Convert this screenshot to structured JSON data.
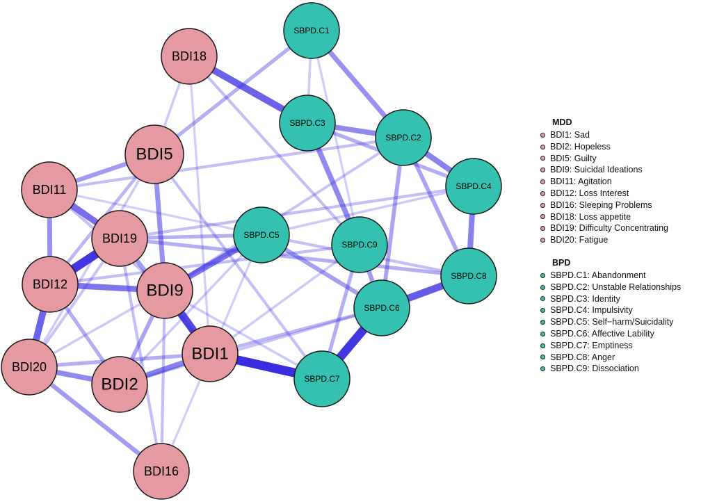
{
  "colors": {
    "mdd_node": "#e59aa1",
    "bpd_node": "#35c1b0",
    "edge": "#3a2de0",
    "node_border": "#1a1a1a"
  },
  "nodes": [
    {
      "id": "BDI18",
      "group": "MDD"
    },
    {
      "id": "BDI5",
      "group": "MDD"
    },
    {
      "id": "BDI11",
      "group": "MDD"
    },
    {
      "id": "BDI19",
      "group": "MDD"
    },
    {
      "id": "BDI12",
      "group": "MDD"
    },
    {
      "id": "BDI9",
      "group": "MDD"
    },
    {
      "id": "BDI1",
      "group": "MDD"
    },
    {
      "id": "BDI20",
      "group": "MDD"
    },
    {
      "id": "BDI2",
      "group": "MDD"
    },
    {
      "id": "BDI16",
      "group": "MDD"
    },
    {
      "id": "SBPD.C1",
      "group": "BPD"
    },
    {
      "id": "SBPD.C3",
      "group": "BPD"
    },
    {
      "id": "SBPD.C2",
      "group": "BPD"
    },
    {
      "id": "SBPD.C4",
      "group": "BPD"
    },
    {
      "id": "SBPD.C5",
      "group": "BPD"
    },
    {
      "id": "SBPD.C9",
      "group": "BPD"
    },
    {
      "id": "SBPD.C8",
      "group": "BPD"
    },
    {
      "id": "SBPD.C6",
      "group": "BPD"
    },
    {
      "id": "SBPD.C7",
      "group": "BPD"
    }
  ],
  "edges": [
    [
      "BDI1",
      "SBPD.C7",
      1.0
    ],
    [
      "BDI12",
      "BDI19",
      0.95
    ],
    [
      "SBPD.C6",
      "SBPD.C7",
      0.95
    ],
    [
      "BDI9",
      "BDI1",
      0.85
    ],
    [
      "BDI18",
      "SBPD.C3",
      0.72
    ],
    [
      "SBPD.C6",
      "SBPD.C8",
      0.75
    ],
    [
      "BDI12",
      "BDI20",
      0.7
    ],
    [
      "BDI11",
      "BDI19",
      0.65
    ],
    [
      "BDI12",
      "BDI9",
      0.6
    ],
    [
      "BDI9",
      "SBPD.C5",
      0.6
    ],
    [
      "SBPD.C4",
      "SBPD.C8",
      0.55
    ],
    [
      "SBPD.C2",
      "SBPD.C4",
      0.55
    ],
    [
      "BDI2",
      "BDI1",
      0.55
    ],
    [
      "SBPD.C3",
      "SBPD.C2",
      0.5
    ],
    [
      "SBPD.C3",
      "SBPD.C9",
      0.5
    ],
    [
      "SBPD.C1",
      "SBPD.C2",
      0.45
    ],
    [
      "BDI5",
      "BDI9",
      0.45
    ],
    [
      "BDI20",
      "BDI2",
      0.5
    ],
    [
      "BDI20",
      "BDI16",
      0.4
    ],
    [
      "BDI11",
      "BDI12",
      0.45
    ],
    [
      "BDI11",
      "BDI5",
      0.4
    ],
    [
      "SBPD.C9",
      "SBPD.C6",
      0.4
    ],
    [
      "SBPD.C5",
      "SBPD.C6",
      0.38
    ],
    [
      "SBPD.C2",
      "SBPD.C8",
      0.35
    ],
    [
      "SBPD.C3",
      "SBPD.C4",
      0.3
    ],
    [
      "SBPD.C2",
      "SBPD.C6",
      0.35
    ],
    [
      "SBPD.C9",
      "SBPD.C7",
      0.3
    ],
    [
      "BDI19",
      "SBPD.C5",
      0.3
    ],
    [
      "BDI19",
      "SBPD.C8",
      0.3
    ],
    [
      "BDI19",
      "BDI1",
      0.4
    ],
    [
      "BDI5",
      "SBPD.C1",
      0.3
    ],
    [
      "BDI1",
      "SBPD.C6",
      0.25
    ],
    [
      "BDI19",
      "SBPD.C4",
      0.2
    ],
    [
      "BDI11",
      "SBPD.C2",
      0.2
    ],
    [
      "BDI12",
      "SBPD.C9",
      0.2
    ],
    [
      "BDI9",
      "BDI2",
      0.35
    ],
    [
      "BDI12",
      "BDI2",
      0.3
    ],
    [
      "BDI20",
      "BDI1",
      0.3
    ],
    [
      "BDI16",
      "BDI19",
      0.2
    ],
    [
      "BDI16",
      "BDI9",
      0.2
    ],
    [
      "BDI5",
      "BDI12",
      0.25
    ],
    [
      "BDI5",
      "SBPD.C7",
      0.2
    ],
    [
      "BDI18",
      "BDI5",
      0.15
    ],
    [
      "BDI18",
      "SBPD.C9",
      0.2
    ],
    [
      "SBPD.C1",
      "SBPD.C3",
      0.15
    ],
    [
      "SBPD.C1",
      "SBPD.C9",
      0.12
    ],
    [
      "SBPD.C5",
      "SBPD.C8",
      0.2
    ],
    [
      "BDI9",
      "SBPD.C2",
      0.18
    ],
    [
      "BDI20",
      "SBPD.C5",
      0.15
    ],
    [
      "BDI2",
      "SBPD.C6",
      0.18
    ],
    [
      "BDI11",
      "BDI9",
      0.2
    ],
    [
      "BDI1",
      "SBPD.C9",
      0.15
    ],
    [
      "BDI2",
      "SBPD.C5",
      0.15
    ],
    [
      "BDI18",
      "BDI1",
      0.12
    ],
    [
      "BDI5",
      "BDI20",
      0.15
    ],
    [
      "BDI16",
      "SBPD.C5",
      0.12
    ],
    [
      "SBPD.C4",
      "SBPD.C5",
      0.15
    ],
    [
      "BDI9",
      "SBPD.C7",
      0.15
    ],
    [
      "BDI11",
      "SBPD.C5",
      0.12
    ],
    [
      "BDI20",
      "BDI19",
      0.18
    ]
  ],
  "legend": {
    "mdd_title": "MDD",
    "mdd_items": [
      "BDI1: Sad",
      "BDI2: Hopeless",
      "BDI5: Guilty",
      "BDI9: Suicidal Ideations",
      "BDI11: Agitation",
      "BDI12: Loss Interest",
      "BDI16: Sleeping Problems",
      "BDI18: Loss appetite",
      "BDI19: Difficulty Concentrating",
      "BDI20: Fatigue"
    ],
    "bpd_title": "BPD",
    "bpd_items": [
      "SBPD.C1: Abandonment",
      "SBPD.C2: Unstable Relationships",
      "SBPD.C3: Identity",
      "SBPD.C4: Impulsivity",
      "SBPD.C5: Self−harm/Suicidality",
      "SBPD.C6: Affective Lability",
      "SBPD.C7: Emptiness",
      "SBPD.C8: Anger",
      "SBPD.C9: Dissociation"
    ]
  }
}
